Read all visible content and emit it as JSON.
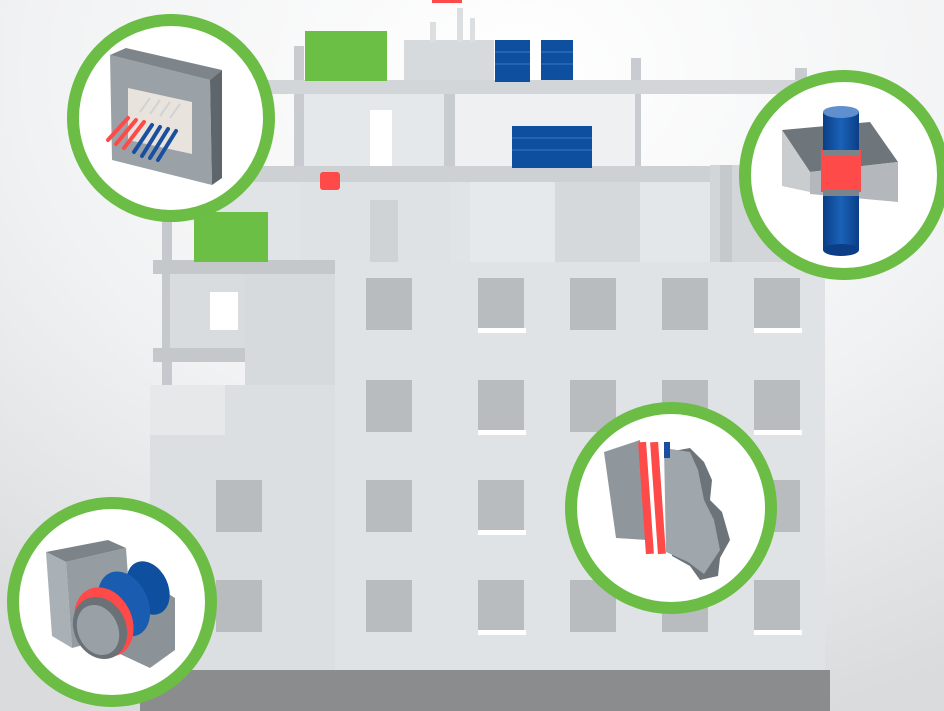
{
  "colors": {
    "accent_green": "#6cbd45",
    "block_green": "#6abf44",
    "seal_red": "#ff4040",
    "pipe_blue": "#0f4fa0",
    "building_light": "#e3e6e8",
    "building_mid": "#cfd3d6",
    "window_gray": "#b5b9bc",
    "ground_gray": "#8a8c8e"
  },
  "hotspots": [
    {
      "name": "hotspot-wall-cable-penetration",
      "icon": "wall-cable-penetration-icon"
    },
    {
      "name": "hotspot-floor-pipe-penetration",
      "icon": "floor-pipe-penetration-icon"
    },
    {
      "name": "hotspot-joint-seal",
      "icon": "joint-seal-icon"
    },
    {
      "name": "hotspot-pipe-collar",
      "icon": "pipe-collar-icon"
    }
  ]
}
